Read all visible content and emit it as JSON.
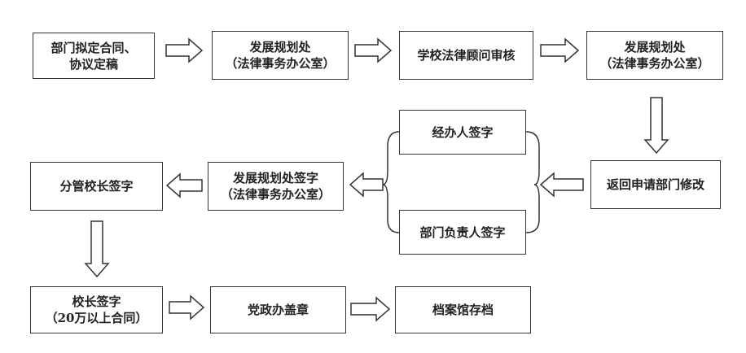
{
  "nodes": [
    {
      "id": "n1",
      "lines": [
        "部门拟定合同、",
        "协议定稿"
      ]
    },
    {
      "id": "n2",
      "lines": [
        "发展规划处",
        "（法律事务办公室）"
      ]
    },
    {
      "id": "n3",
      "lines": [
        "学校法律顾问审核"
      ]
    },
    {
      "id": "n4",
      "lines": [
        "发展规划处",
        "（法律事务办公室）"
      ]
    },
    {
      "id": "n5",
      "lines": [
        "返回申请部门修改"
      ]
    },
    {
      "id": "n6",
      "lines": [
        "经办人签字"
      ]
    },
    {
      "id": "n7",
      "lines": [
        "部门负责人签字"
      ]
    },
    {
      "id": "n8",
      "lines": [
        "发展规划处签字",
        "（法律事务办公室）"
      ]
    },
    {
      "id": "n9",
      "lines": [
        "分管校长签字"
      ]
    },
    {
      "id": "n10",
      "lines": [
        "校长签字",
        "（20万以上合同）"
      ]
    },
    {
      "id": "n11",
      "lines": [
        "党政办盖章"
      ]
    },
    {
      "id": "n12",
      "lines": [
        "档案馆存档"
      ]
    }
  ],
  "edges": [
    {
      "from": "n1",
      "to": "n2"
    },
    {
      "from": "n2",
      "to": "n3"
    },
    {
      "from": "n3",
      "to": "n4"
    },
    {
      "from": "n4",
      "to": "n5"
    },
    {
      "from": "n5",
      "to": "n6"
    },
    {
      "from": "n5",
      "to": "n7"
    },
    {
      "from": "n6",
      "to": "n8"
    },
    {
      "from": "n7",
      "to": "n8"
    },
    {
      "from": "n8",
      "to": "n9"
    },
    {
      "from": "n9",
      "to": "n10"
    },
    {
      "from": "n10",
      "to": "n11"
    },
    {
      "from": "n11",
      "to": "n12"
    }
  ],
  "colors": {
    "stroke": "#333333",
    "text": "#222222",
    "fill": "#ffffff"
  }
}
